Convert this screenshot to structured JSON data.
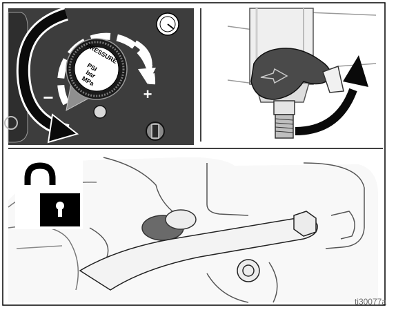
{
  "dial": {
    "center_line1": "PRESSURE",
    "center_line2": "PSI",
    "center_line3": "bar",
    "center_line4": "MPa",
    "minus_label": "−",
    "plus_label": "+"
  },
  "figure_id": "ti30077a",
  "icons": [
    "pressure-gauge-icon",
    "unlock-icon",
    "rotate-arrow-icon"
  ],
  "colors": {
    "panel_dark": "#3d3d3d",
    "arrow_black": "#0a0a0a",
    "line_gray": "#8a8a8a",
    "light_gray": "#ededed",
    "valve_gray": "#4a4a4a",
    "caption_gray": "#6b6b6b"
  }
}
